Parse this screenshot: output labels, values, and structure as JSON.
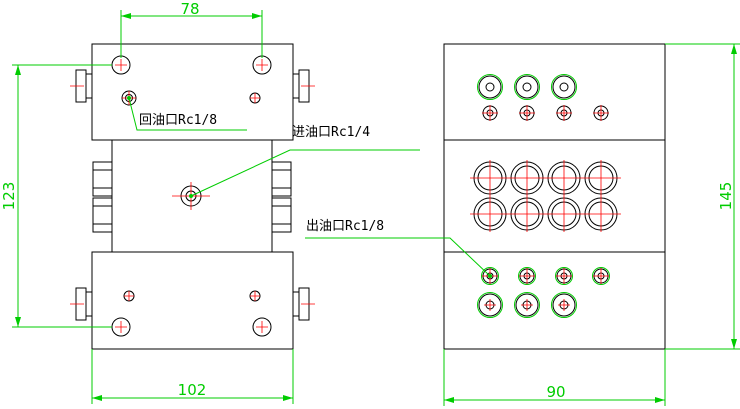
{
  "dimensions": {
    "top_width": "78",
    "left_height": "123",
    "bottom_width": "102",
    "right_width": "90",
    "right_height": "145"
  },
  "labels": {
    "return_port": "回油口Rc1/8",
    "inlet_port": "进油口Rc1/4",
    "outlet_port": "出油口Rc1/8"
  },
  "colors": {
    "outline": "#000000",
    "dimension": "#00cc00",
    "centerline": "#ff0000",
    "background": "#ffffff"
  }
}
